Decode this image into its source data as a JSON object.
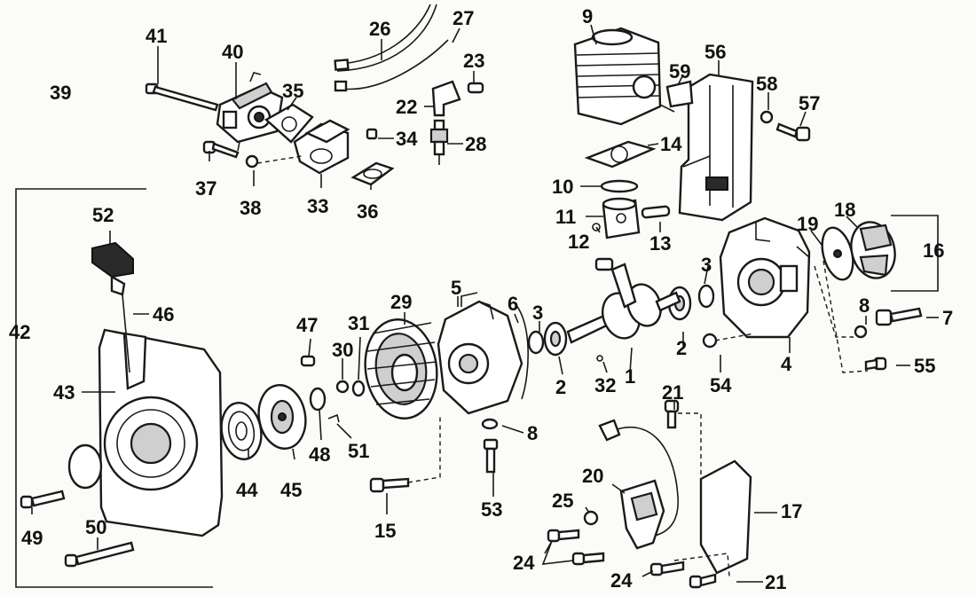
{
  "diagram": {
    "callouts": {
      "c39": "39",
      "c41": "41",
      "c40": "40",
      "c26": "26",
      "c27": "27",
      "c23": "23",
      "c9": "9",
      "c56": "56",
      "c59": "59",
      "c58": "58",
      "c57": "57",
      "c35": "35",
      "c22": "22",
      "c34": "34",
      "c28": "28",
      "c14": "14",
      "c37": "37",
      "c38": "38",
      "c33": "33",
      "c36": "36",
      "c10": "10",
      "c11": "11",
      "c12": "12",
      "c13": "13",
      "c18": "18",
      "c19": "19",
      "c16": "16",
      "c52": "52",
      "c42": "42",
      "c46": "46",
      "c47": "47",
      "c31": "31",
      "c29": "29",
      "c5": "5",
      "c6": "6",
      "c3a": "3",
      "c3b": "3",
      "c2a": "2",
      "c2b": "2",
      "c32": "32",
      "c1": "1",
      "c8a": "8",
      "c7": "7",
      "c4": "4",
      "c54": "54",
      "c55": "55",
      "c30": "30",
      "c43": "43",
      "c44": "44",
      "c45": "45",
      "c48": "48",
      "c51": "51",
      "c8b": "8",
      "c21a": "21",
      "c53": "53",
      "c15": "15",
      "c20": "20",
      "c17": "17",
      "c25": "25",
      "c24a": "24",
      "c24b": "24",
      "c21b": "21",
      "c49": "49",
      "c50": "50"
    }
  }
}
